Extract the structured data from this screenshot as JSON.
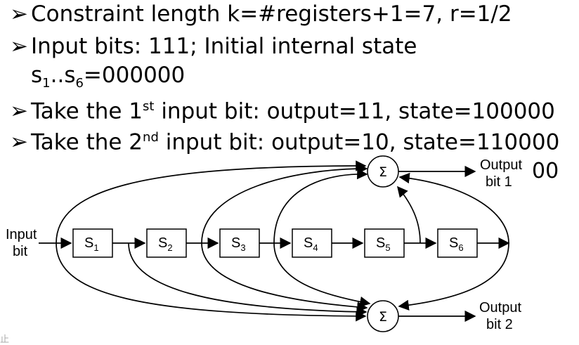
{
  "bullets": [
    {
      "text": "Constraint length k=#registers+1=7, r=1/2"
    },
    {
      "text": "Input bits: 111; Initial internal state"
    },
    {
      "text_pre": "s",
      "sub1": "1",
      "text_mid": "..s",
      "sub2": "6",
      "text_post": "=000000"
    },
    {
      "text_pre": "Take the 1",
      "sup": "st",
      "text_post": " input bit: output=11, state=100000"
    },
    {
      "text_pre": "Take the 2",
      "sup": "nd",
      "text_post": " input bit: output=10, state=110000"
    }
  ],
  "overlap_text": "00",
  "diagram": {
    "input_label": [
      "Input",
      "bit"
    ],
    "registers": [
      {
        "name": "S",
        "sub": "1"
      },
      {
        "name": "S",
        "sub": "2"
      },
      {
        "name": "S",
        "sub": "3"
      },
      {
        "name": "S",
        "sub": "4"
      },
      {
        "name": "S",
        "sub": "5"
      },
      {
        "name": "S",
        "sub": "6"
      }
    ],
    "sum_symbol": "Σ",
    "output1": [
      "Output",
      "bit 1"
    ],
    "output2": [
      "Output",
      "bit 2"
    ]
  },
  "footer": "止"
}
